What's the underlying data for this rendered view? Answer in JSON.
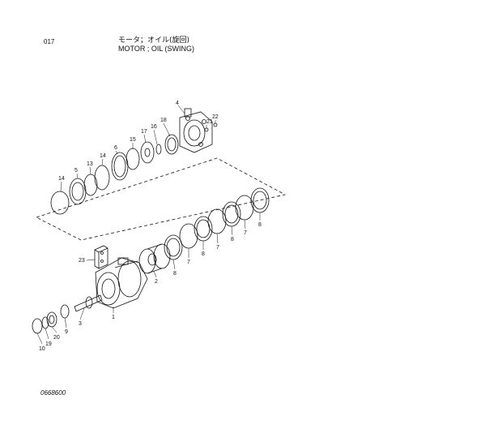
{
  "header": {
    "page_id": "017",
    "title_jp": "モータ；オイル(旋回)",
    "title_en": "MOTOR ; OIL (SWING)"
  },
  "drawing_code": "0668600",
  "callouts": {
    "c4": "4",
    "c21": "21",
    "c22": "22",
    "c18": "18",
    "c16": "16",
    "c17": "17",
    "c15": "15",
    "c6": "6",
    "c14a": "14",
    "c13": "13",
    "c5": "5",
    "c14b": "14",
    "c23": "23",
    "c2": "2",
    "c8a": "8",
    "c7a": "7",
    "c8b": "8",
    "c7b": "7",
    "c8c": "8",
    "c7c": "7",
    "c8d": "8",
    "c7d": "7",
    "c8e": "8",
    "c1": "1",
    "c3": "3",
    "c9": "9",
    "c20": "20",
    "c19": "19",
    "c10": "10"
  }
}
